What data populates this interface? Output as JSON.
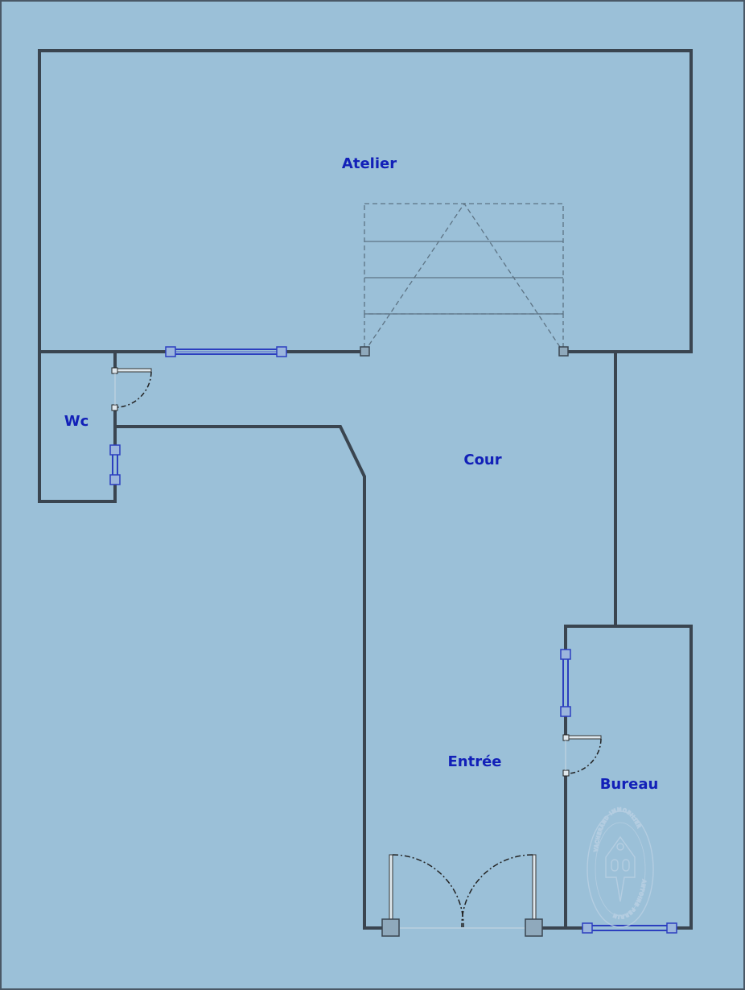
{
  "rooms": {
    "atelier": "Atelier",
    "wc": "Wc",
    "cour": "Cour",
    "entree": "Entrée",
    "bureau": "Bureau"
  },
  "stamp": {
    "top_text": "VACHERAND IMMOBILIER",
    "bottom_text": "ANTOINE PERRIN"
  },
  "colors": {
    "background": "#9bc0d8",
    "wall": "#3a4550",
    "window": "#2c3fbf",
    "label": "#1220b8"
  }
}
